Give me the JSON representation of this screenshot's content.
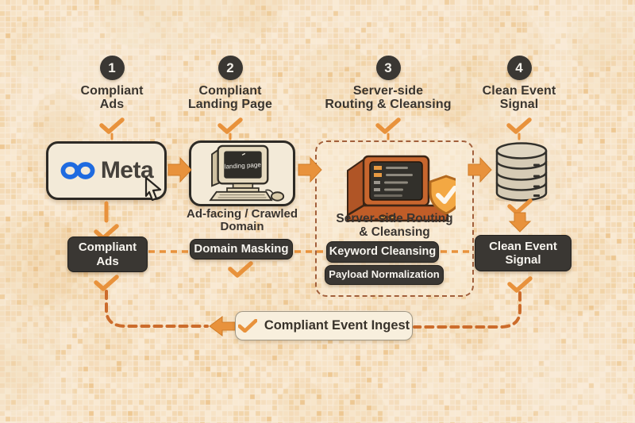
{
  "steps": [
    {
      "number": "1",
      "title_line1": "Compliant",
      "title_line2": "Ads"
    },
    {
      "number": "2",
      "title_line1": "Compliant",
      "title_line2": "Landing Page"
    },
    {
      "number": "3",
      "title_line1": "Server-side",
      "title_line2": "Routing & Cleansing"
    },
    {
      "number": "4",
      "title_line1": "Clean Event",
      "title_line2": "Signal"
    }
  ],
  "meta_card": {
    "brand": "Meta"
  },
  "computer_card": {
    "screen_text": "landing page",
    "caption_line1": "Ad-facing / Crawled",
    "caption_line2": "Domain"
  },
  "server_zone": {
    "title_line1": "Server-side Routing",
    "title_line2": "& Cleansing",
    "pills": [
      "Keyword Cleansing",
      "Payload Normalization"
    ]
  },
  "pills": {
    "compliant_ads_line1": "Compliant",
    "compliant_ads_line2": "Ads",
    "domain_masking": "Domain Masking",
    "clean_event_line1": "Clean Event",
    "clean_event_line2": "Signal"
  },
  "ingest": {
    "label": "Compliant Event Ingest"
  },
  "colors": {
    "accent_orange": "#e8923c",
    "dash_brown": "#cc6c2b",
    "dark": "#3a3733",
    "meta_blue": "#1f6be0",
    "zone_border": "#a2603c",
    "background_base": "#f5dfc0"
  }
}
